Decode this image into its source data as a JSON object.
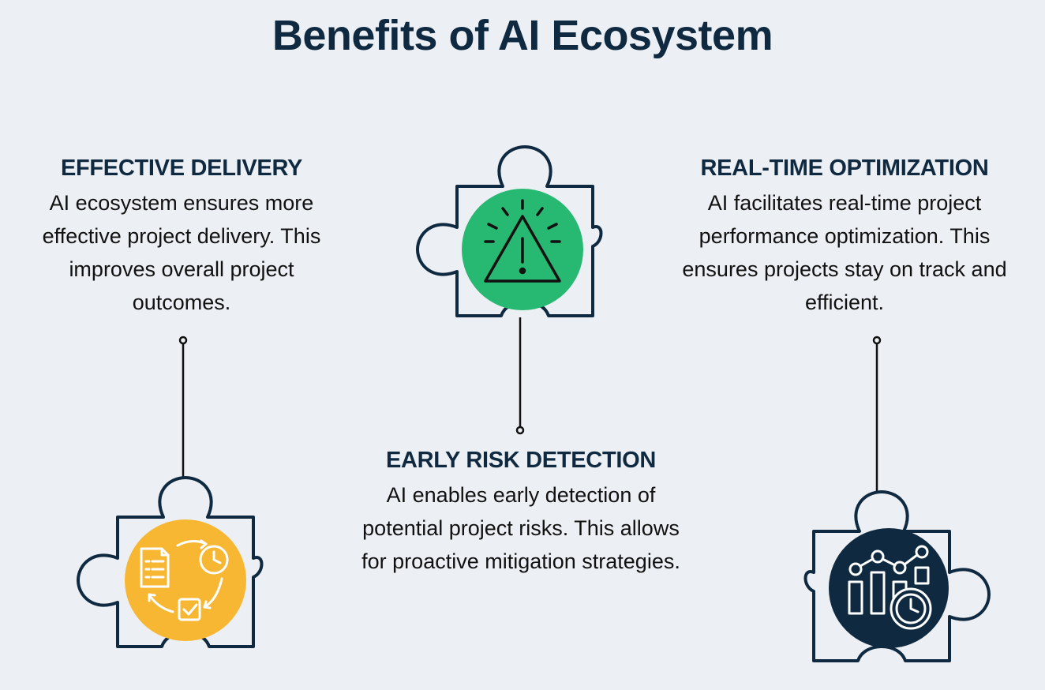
{
  "title": "Benefits of AI Ecosystem",
  "colors": {
    "dark": "#0f2a40",
    "green": "#27b872",
    "yellow": "#f7b733",
    "background": "#eceff3"
  },
  "benefits": [
    {
      "heading": "EFFECTIVE DELIVERY",
      "text": "AI ecosystem ensures more effective project delivery. This improves overall project outcomes.",
      "icon": "workflow-cycle-icon"
    },
    {
      "heading": "EARLY RISK DETECTION",
      "text": "AI enables early detection of potential project risks. This allows for proactive mitigation strategies.",
      "icon": "warning-alert-icon"
    },
    {
      "heading": "REAL-TIME OPTIMIZATION",
      "text": "AI facilitates real-time project performance optimization. This ensures projects stay on track and efficient.",
      "icon": "performance-chart-clock-icon"
    }
  ]
}
